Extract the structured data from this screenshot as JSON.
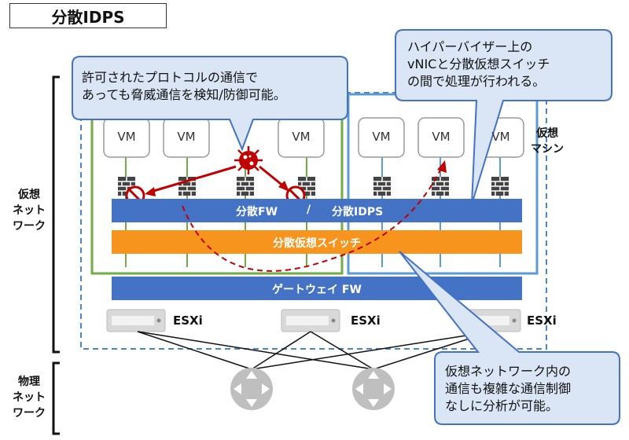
{
  "title": "分散IDPS",
  "side_labels": {
    "virtual_network": [
      "仮想",
      "ネット",
      "ワーク"
    ],
    "physical_network": [
      "物理",
      "ネット",
      "ワーク"
    ],
    "virtual_machine": [
      "仮想",
      "マシン"
    ]
  },
  "vm_label": "VM",
  "bars": {
    "fw_left": "分散FW",
    "fw_sep": "/",
    "fw_right": "分散IDPS",
    "switch": "分散仮想スイッチ",
    "gateway": "ゲートウェイ FW"
  },
  "esxi_label": "ESXi",
  "callouts": {
    "threat": [
      "許可されたプロトコルの通信で",
      "あっても脅威通信を検知/防御可能。"
    ],
    "hypervisor": [
      "ハイパーバイザー上の",
      "vNICと分散仮想スイッチ",
      "の間で処理が行われる。"
    ],
    "analysis": [
      "仮想ネットワーク内の",
      "通信も複雑な通信制御",
      "なしに分析が可能。"
    ]
  },
  "colors": {
    "blue_bar": "#4472c4",
    "orange_bar": "#f7941d",
    "green_frame": "#70ad47",
    "callout_fill": "#dae5f5",
    "callout_border": "#4472c4",
    "threat_red": "#c00000"
  }
}
